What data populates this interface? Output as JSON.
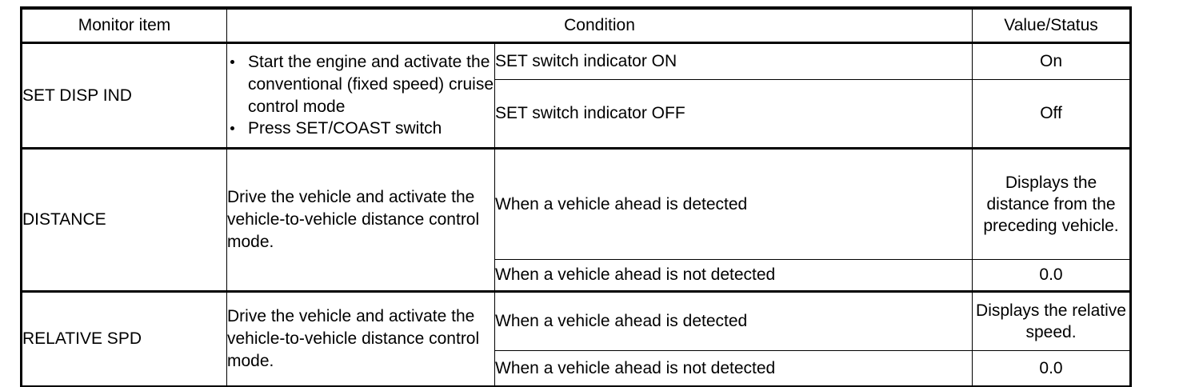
{
  "table": {
    "headers": {
      "monitor_item": "Monitor item",
      "condition": "Condition",
      "value_status": "Value/Status"
    },
    "rows": [
      {
        "item": "SET DISP IND",
        "condition_bullets": [
          "Start the engine and activate the conventional (fixed speed) cruise control mode",
          "Press SET/COAST switch"
        ],
        "condition_text": "",
        "sub_rows": [
          {
            "condition": "SET switch indicator ON",
            "value": "On"
          },
          {
            "condition": "SET switch indicator OFF",
            "value": "Off"
          }
        ]
      },
      {
        "item": "DISTANCE",
        "condition_bullets": [],
        "condition_text": "Drive the vehicle and activate the vehicle-to-vehicle distance control mode.",
        "sub_rows": [
          {
            "condition": "When a vehicle ahead is detected",
            "value": "Displays the distance from the preceding vehicle."
          },
          {
            "condition": "When a vehicle ahead is not detected",
            "value": "0.0"
          }
        ]
      },
      {
        "item": "RELATIVE SPD",
        "condition_bullets": [],
        "condition_text": "Drive the vehicle and activate the vehicle-to-vehicle distance control mode.",
        "sub_rows": [
          {
            "condition": "When a vehicle ahead is detected",
            "value": "Displays the relative speed."
          },
          {
            "condition": "When a vehicle ahead is not detected",
            "value": "0.0"
          }
        ]
      }
    ]
  },
  "colors": {
    "border": "#000000",
    "background": "#ffffff",
    "text": "#000000"
  }
}
